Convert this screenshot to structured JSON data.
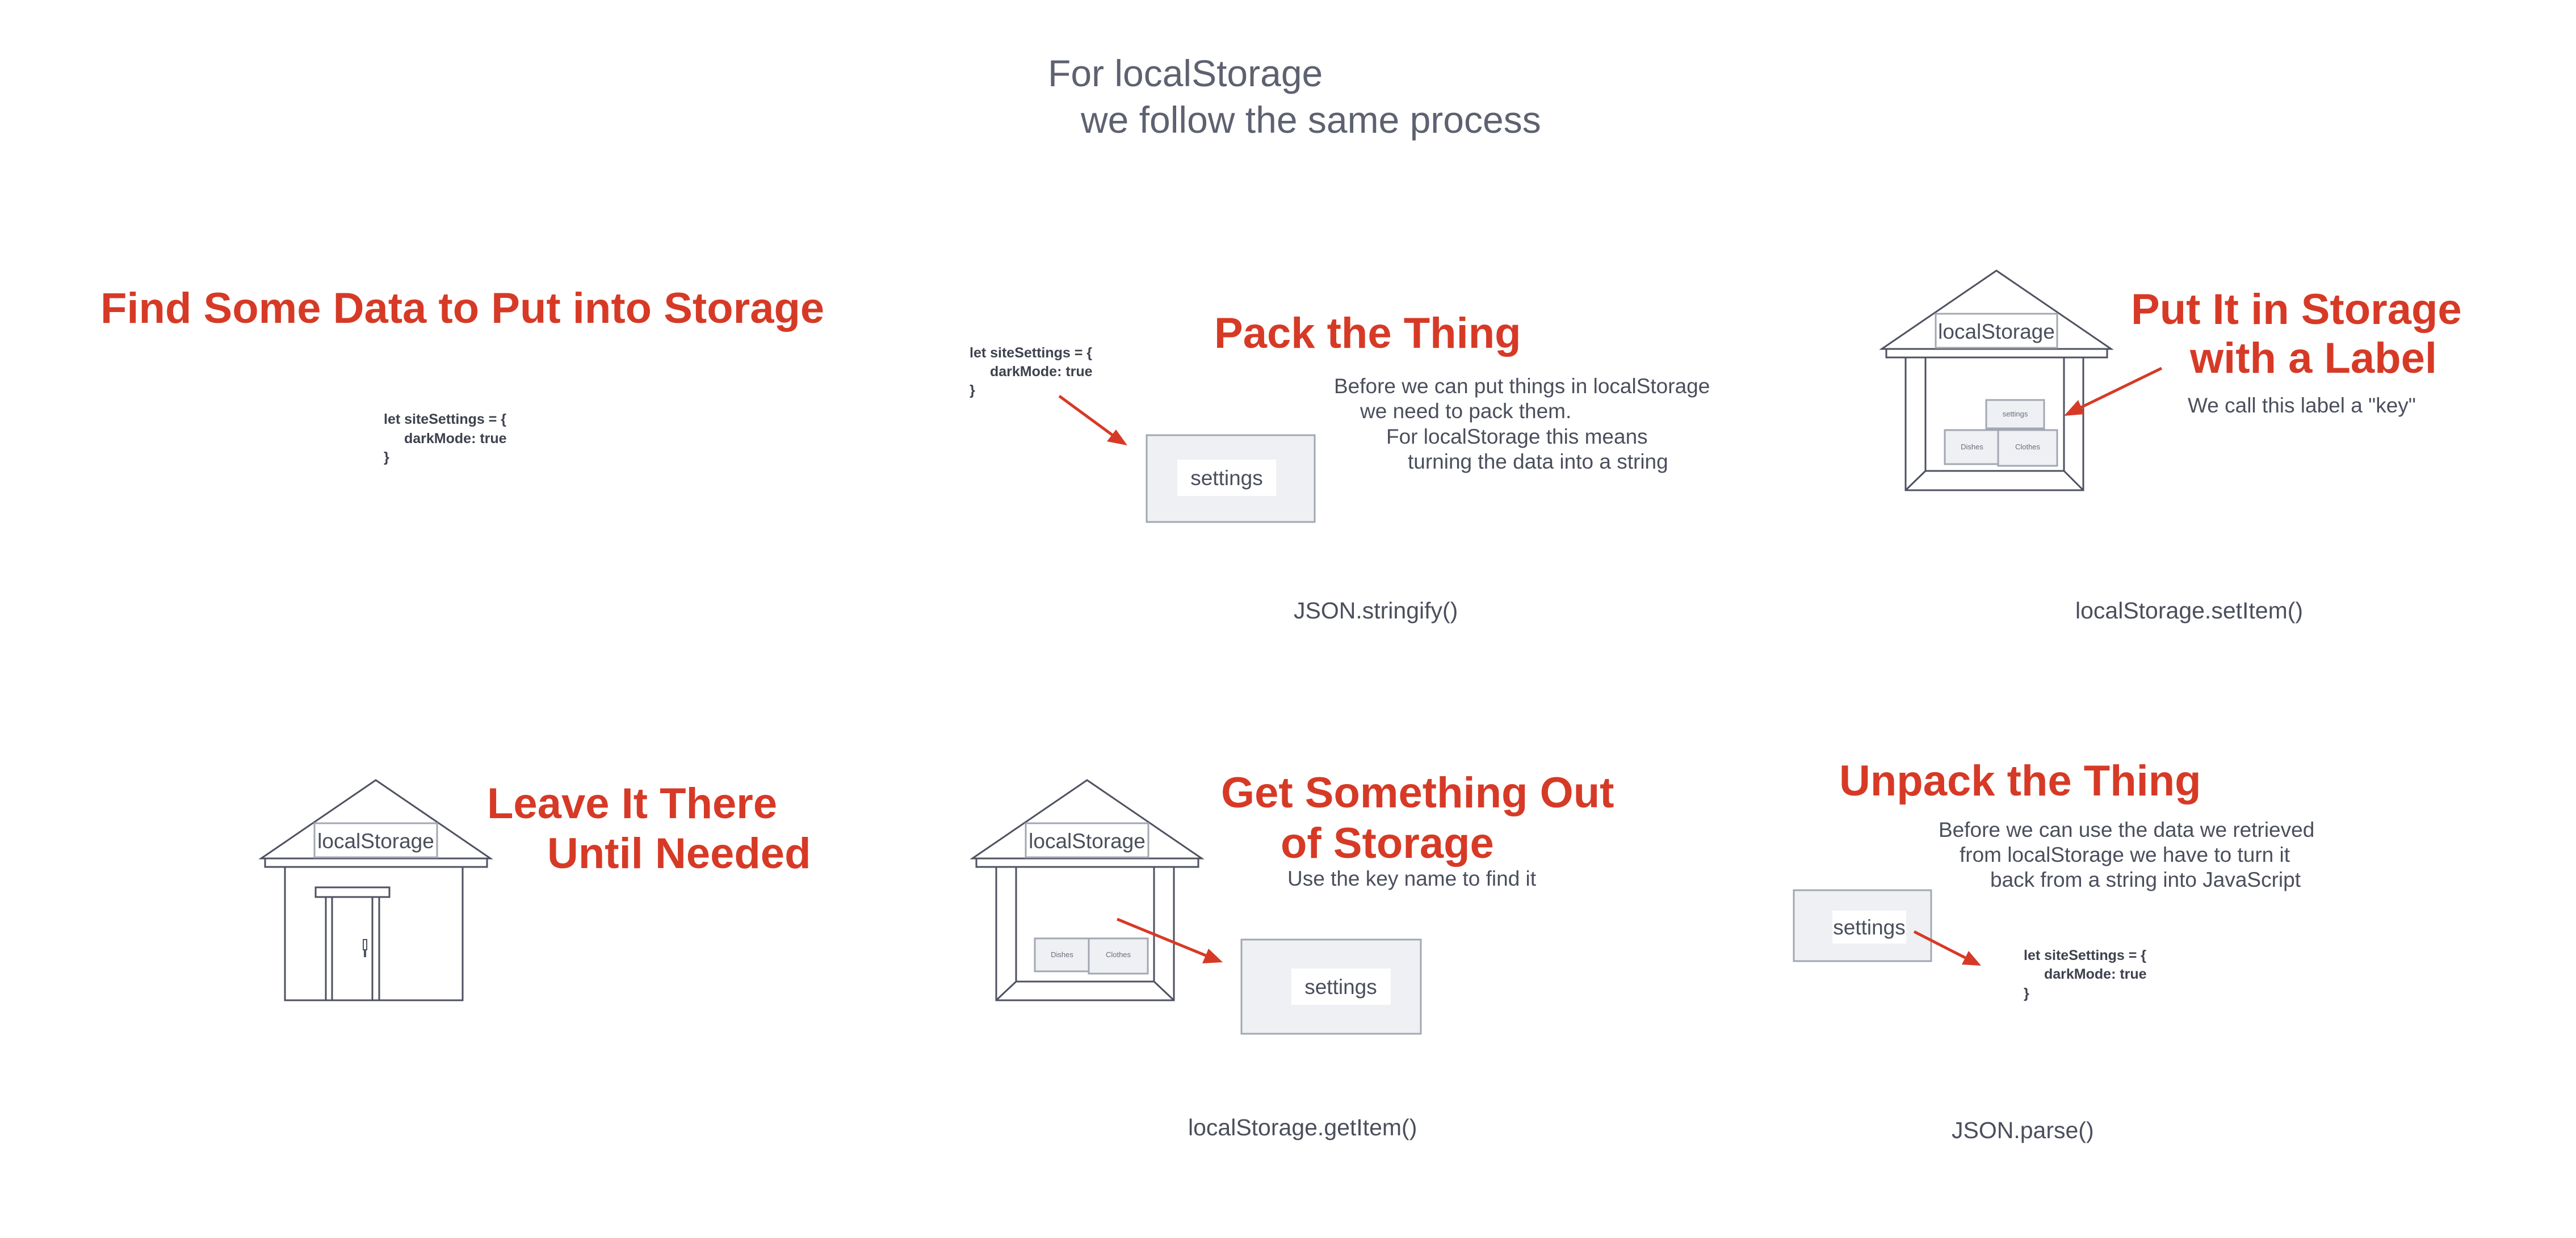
{
  "title": {
    "line1": "For localStorage",
    "line2": "we follow the same  process"
  },
  "colors": {
    "accent": "#d63a26",
    "text": "#4b4f5c",
    "outline": "#4d5160",
    "box_fill": "#eef0f3"
  },
  "code_snippet": {
    "line1": "let siteSettings = {",
    "line2": "darkMode: true",
    "line3": "}"
  },
  "steps": {
    "find": {
      "heading": "Find Some Data to Put into Storage"
    },
    "pack": {
      "heading": "Pack the Thing",
      "desc": [
        "Before we can put things in localStorage",
        "we need to pack them.",
        "For localStorage this means",
        "turning the data into a string"
      ],
      "box_label": "settings",
      "method": "JSON.stringify()"
    },
    "put": {
      "heading_line1": "Put It in Storage",
      "heading_line2": "with a Label",
      "desc": "We call this label a \"key\"",
      "house_label": "localStorage",
      "boxes": [
        "settings",
        "Dishes",
        "Clothes"
      ],
      "method": "localStorage.setItem()"
    },
    "leave": {
      "heading_line1": "Leave It There",
      "heading_line2": "Until Needed",
      "house_label": "localStorage"
    },
    "get": {
      "heading_line1": "Get Something Out",
      "heading_line2": "of Storage",
      "desc": "Use the key name to find it",
      "house_label": "localStorage",
      "boxes": [
        "Dishes",
        "Clothes"
      ],
      "box_label": "settings",
      "method": "localStorage.getItem()"
    },
    "unpack": {
      "heading": "Unpack the Thing",
      "desc": [
        "Before we can use the data we retrieved",
        "from localStorage we have to turn it",
        "back from a string into JavaScript"
      ],
      "box_label": "settings",
      "method": "JSON.parse()"
    }
  }
}
